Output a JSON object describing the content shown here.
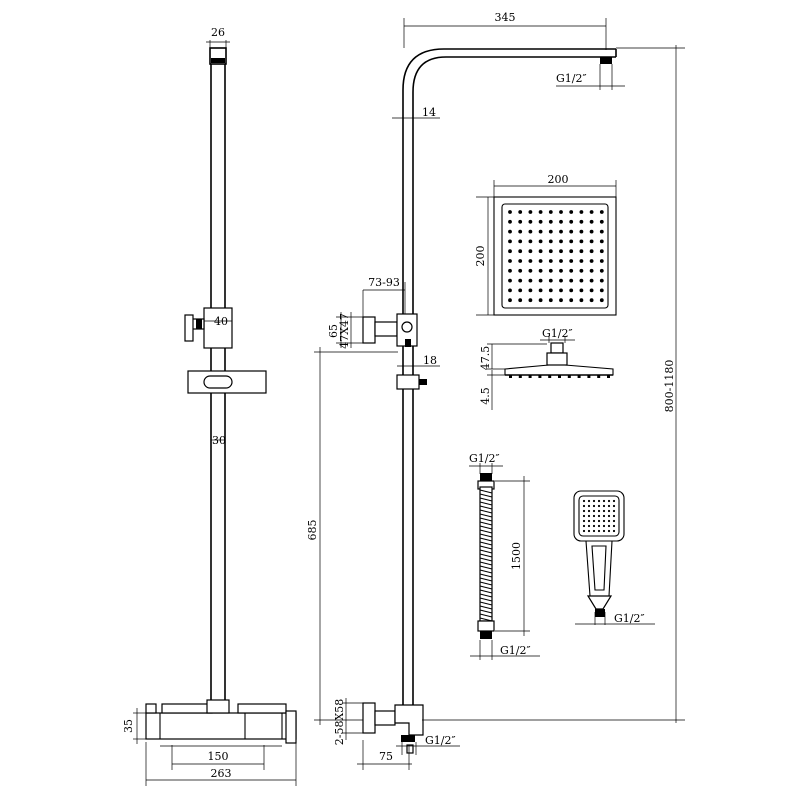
{
  "dimensions": {
    "top_width": "26",
    "bracket_width": "40",
    "pipe_diameter": "30",
    "valve_height": "35",
    "valve_centers": "150",
    "valve_length": "263",
    "arm_length": "345",
    "arm_outlet_thread": "G1/2″",
    "arm_diameter": "14",
    "slider_range": "73-93",
    "wall_bracket_h": "65",
    "wall_bracket_size": "47X47",
    "slider_width": "18",
    "rail_height": "685",
    "total_height": "800-1180",
    "inlet_spec": "2-58X58",
    "inlet_offset": "75",
    "inlet_thread": "G1/2″",
    "head_width": "200",
    "head_height": "200",
    "head_thread": "G1/2″",
    "head_neck": "47.5",
    "head_thickness": "4.5",
    "hose_thread_top": "G1/2″",
    "hose_length": "1500",
    "hose_thread_bottom": "G1/2″",
    "handset_thread": "G1/2″"
  }
}
